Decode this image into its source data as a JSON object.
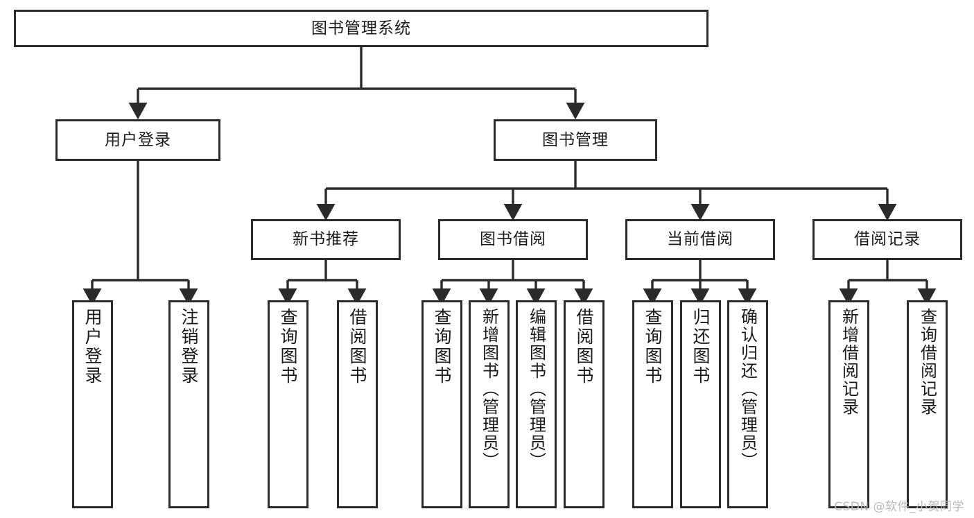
{
  "diagram": {
    "title": "图书管理系统",
    "type": "tree-hierarchy-chart",
    "watermark": "CSDN @软件_小贺同学",
    "colors": {
      "border": "#2b2b2b",
      "fill": "#ffffff",
      "line": "#2b2b2b",
      "text": "#1a1a1a",
      "watermark": "#b8b8b8"
    },
    "nodes": {
      "root": {
        "label": "图书管理系统"
      },
      "level2": [
        {
          "id": "user-login",
          "label": "用户登录"
        },
        {
          "id": "book-management",
          "label": "图书管理"
        }
      ],
      "level3": [
        {
          "id": "new-book-recommend",
          "label": "新书推荐"
        },
        {
          "id": "book-borrow",
          "label": "图书借阅"
        },
        {
          "id": "current-borrow",
          "label": "当前借阅"
        },
        {
          "id": "borrow-record",
          "label": "借阅记录"
        }
      ],
      "leaves": {
        "user_login": [
          {
            "id": "leaf-user-login",
            "label": "用户登录"
          },
          {
            "id": "leaf-logout-login",
            "label": "注销登录"
          }
        ],
        "new_book_recommend": [
          {
            "id": "leaf-query-book-1",
            "label": "查询图书"
          },
          {
            "id": "leaf-borrow-book-1",
            "label": "借阅图书"
          }
        ],
        "book_borrow": [
          {
            "id": "leaf-query-book-2",
            "label": "查询图书"
          },
          {
            "id": "leaf-add-book-admin",
            "label": "新增图书（管理员）"
          },
          {
            "id": "leaf-edit-book-admin",
            "label": "编辑图书（管理员）"
          },
          {
            "id": "leaf-borrow-book-2",
            "label": "借阅图书"
          }
        ],
        "current_borrow": [
          {
            "id": "leaf-query-book-3",
            "label": "查询图书"
          },
          {
            "id": "leaf-return-book",
            "label": "归还图书"
          },
          {
            "id": "leaf-confirm-return-admin",
            "label": "确认归还（管理员）"
          }
        ],
        "borrow_record": [
          {
            "id": "leaf-add-borrow-record",
            "label": "新增借阅记录"
          },
          {
            "id": "leaf-query-borrow-record",
            "label": "查询借阅记录"
          }
        ]
      }
    }
  }
}
